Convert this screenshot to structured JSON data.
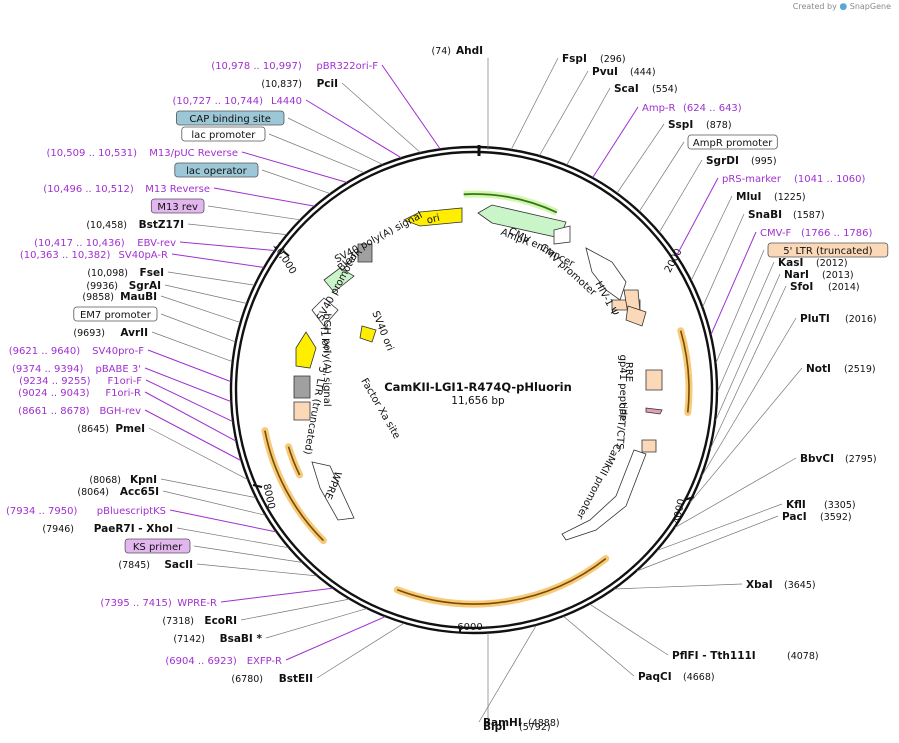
{
  "branding": {
    "prefix": "Created by",
    "name": "SnapGene"
  },
  "plasmid": {
    "name": "CamKII-LGI1-R474Q-pHluorin",
    "length_label": "11,656 bp",
    "length_bp": 11656
  },
  "ticks": [
    "2000",
    "4000",
    "6000",
    "8000",
    "10,000"
  ],
  "right_labels": [
    {
      "name": "AhdI",
      "pos": "(74)",
      "kind": "enzyme"
    },
    {
      "name": "FspI",
      "pos": "(296)",
      "kind": "enzyme"
    },
    {
      "name": "PvuI",
      "pos": "(444)",
      "kind": "enzyme"
    },
    {
      "name": "ScaI",
      "pos": "(554)",
      "kind": "enzyme"
    },
    {
      "name": "Amp-R",
      "pos": "(624 .. 643)",
      "kind": "primer"
    },
    {
      "name": "SspI",
      "pos": "(878)",
      "kind": "enzyme"
    },
    {
      "name": "AmpR promoter",
      "pos": "",
      "kind": "box-white"
    },
    {
      "name": "SgrDI",
      "pos": "(995)",
      "kind": "enzyme"
    },
    {
      "name": "pRS-marker",
      "pos": "(1041 .. 1060)",
      "kind": "primer"
    },
    {
      "name": "MluI",
      "pos": "(1225)",
      "kind": "enzyme"
    },
    {
      "name": "SnaBI",
      "pos": "(1587)",
      "kind": "enzyme"
    },
    {
      "name": "CMV-F",
      "pos": "(1766 .. 1786)",
      "kind": "primer"
    },
    {
      "name": "5' LTR (truncated)",
      "pos": "",
      "kind": "box-peach"
    },
    {
      "name": "KasI",
      "pos": "(2012)",
      "kind": "enzyme"
    },
    {
      "name": "NarI",
      "pos": "(2013)",
      "kind": "enzyme"
    },
    {
      "name": "SfoI",
      "pos": "(2014)",
      "kind": "enzyme"
    },
    {
      "name": "PluTI",
      "pos": "(2016)",
      "kind": "enzyme"
    },
    {
      "name": "NotI",
      "pos": "(2519)",
      "kind": "enzyme"
    },
    {
      "name": "BbvCI",
      "pos": "(2795)",
      "kind": "enzyme"
    },
    {
      "name": "KflI",
      "pos": "(3305)",
      "kind": "enzyme"
    },
    {
      "name": "PacI",
      "pos": "(3592)",
      "kind": "enzyme"
    },
    {
      "name": "XbaI",
      "pos": "(3645)",
      "kind": "enzyme"
    },
    {
      "name": "PflFI - Tth111I",
      "pos": "(4078)",
      "kind": "enzyme"
    },
    {
      "name": "PaqCI",
      "pos": "(4668)",
      "kind": "enzyme"
    },
    {
      "name": "BamHI",
      "pos": "(4888)",
      "kind": "enzyme"
    },
    {
      "name": "BlpI",
      "pos": "(5792)",
      "kind": "enzyme"
    }
  ],
  "left_labels": [
    {
      "name": "pBR322ori-F",
      "pos": "(10,978 .. 10,997)",
      "kind": "primer"
    },
    {
      "name": "PciI",
      "pos": "(10,837)",
      "kind": "enzyme"
    },
    {
      "name": "L4440",
      "pos": "(10,727 .. 10,744)",
      "kind": "primer"
    },
    {
      "name": "CAP binding site",
      "pos": "",
      "kind": "box-blue"
    },
    {
      "name": "lac promoter",
      "pos": "",
      "kind": "box-white"
    },
    {
      "name": "M13/pUC Reverse",
      "pos": "(10,509 .. 10,531)",
      "kind": "primer"
    },
    {
      "name": "lac operator",
      "pos": "",
      "kind": "box-blue"
    },
    {
      "name": "M13 Reverse",
      "pos": "(10,496 .. 10,512)",
      "kind": "primer"
    },
    {
      "name": "M13 rev",
      "pos": "",
      "kind": "box-purple"
    },
    {
      "name": "BstZ17I",
      "pos": "(10,458)",
      "kind": "enzyme"
    },
    {
      "name": "EBV-rev",
      "pos": "(10,417 .. 10,436)",
      "kind": "primer"
    },
    {
      "name": "SV40pA-R",
      "pos": "(10,363 .. 10,382)",
      "kind": "primer"
    },
    {
      "name": "FseI",
      "pos": "(10,098)",
      "kind": "enzyme"
    },
    {
      "name": "SgrAI",
      "pos": "(9936)",
      "kind": "enzyme"
    },
    {
      "name": "MauBI",
      "pos": "(9858)",
      "kind": "enzyme"
    },
    {
      "name": "EM7 promoter",
      "pos": "",
      "kind": "box-white"
    },
    {
      "name": "AvrII",
      "pos": "(9693)",
      "kind": "enzyme"
    },
    {
      "name": "SV40pro-F",
      "pos": "(9621 .. 9640)",
      "kind": "primer"
    },
    {
      "name": "pBABE 3'",
      "pos": "(9374 .. 9394)",
      "kind": "primer"
    },
    {
      "name": "F1ori-F",
      "pos": "(9234 .. 9255)",
      "kind": "primer"
    },
    {
      "name": "F1ori-R",
      "pos": "(9024 .. 9043)",
      "kind": "primer"
    },
    {
      "name": "BGH-rev",
      "pos": "(8661 .. 8678)",
      "kind": "primer"
    },
    {
      "name": "PmeI",
      "pos": "(8645)",
      "kind": "enzyme"
    },
    {
      "name": "KpnI",
      "pos": "(8068)",
      "kind": "enzyme"
    },
    {
      "name": "Acc65I",
      "pos": "(8064)",
      "kind": "enzyme"
    },
    {
      "name": "pBluescriptKS",
      "pos": "(7934 .. 7950)",
      "kind": "primer"
    },
    {
      "name": "PaeR7I - XhoI",
      "pos": "(7946)",
      "kind": "enzyme"
    },
    {
      "name": "KS primer",
      "pos": "",
      "kind": "box-purple"
    },
    {
      "name": "SacII",
      "pos": "(7845)",
      "kind": "enzyme"
    },
    {
      "name": "WPRE-R",
      "pos": "(7395 .. 7415)",
      "kind": "primer"
    },
    {
      "name": "EcoRI",
      "pos": "(7318)",
      "kind": "enzyme"
    },
    {
      "name": "BsaBI *",
      "pos": "(7142)",
      "kind": "enzyme"
    },
    {
      "name": "EXFP-R",
      "pos": "(6904 .. 6923)",
      "kind": "primer"
    },
    {
      "name": "BstEII",
      "pos": "(6780)",
      "kind": "enzyme"
    }
  ],
  "features_inside": [
    "ori",
    "AmpR",
    "CMV enhancer",
    "CMV promoter",
    "HIV-1 Ψ",
    "RRE",
    "gp41 peptide",
    "cPPT/CTS",
    "CaMKII promoter",
    "Factor Xa site",
    "WPRE",
    "5' LTR (truncated)",
    "bGH poly(A) signal",
    "f1 ori",
    "SV40 ori",
    "SV40 promoter",
    "BleoR",
    "SV40 poly(A) signal"
  ],
  "colors": {
    "enzyme": "#111111",
    "primer": "#a030d0",
    "box_blue": "#9cc7d6",
    "box_peach": "#fbd9b8",
    "box_purple": "#e3b6ef",
    "orange_glow": "#f5c46a",
    "ampr_green": "#c9f5c9",
    "ori_yellow": "#ffee00"
  }
}
